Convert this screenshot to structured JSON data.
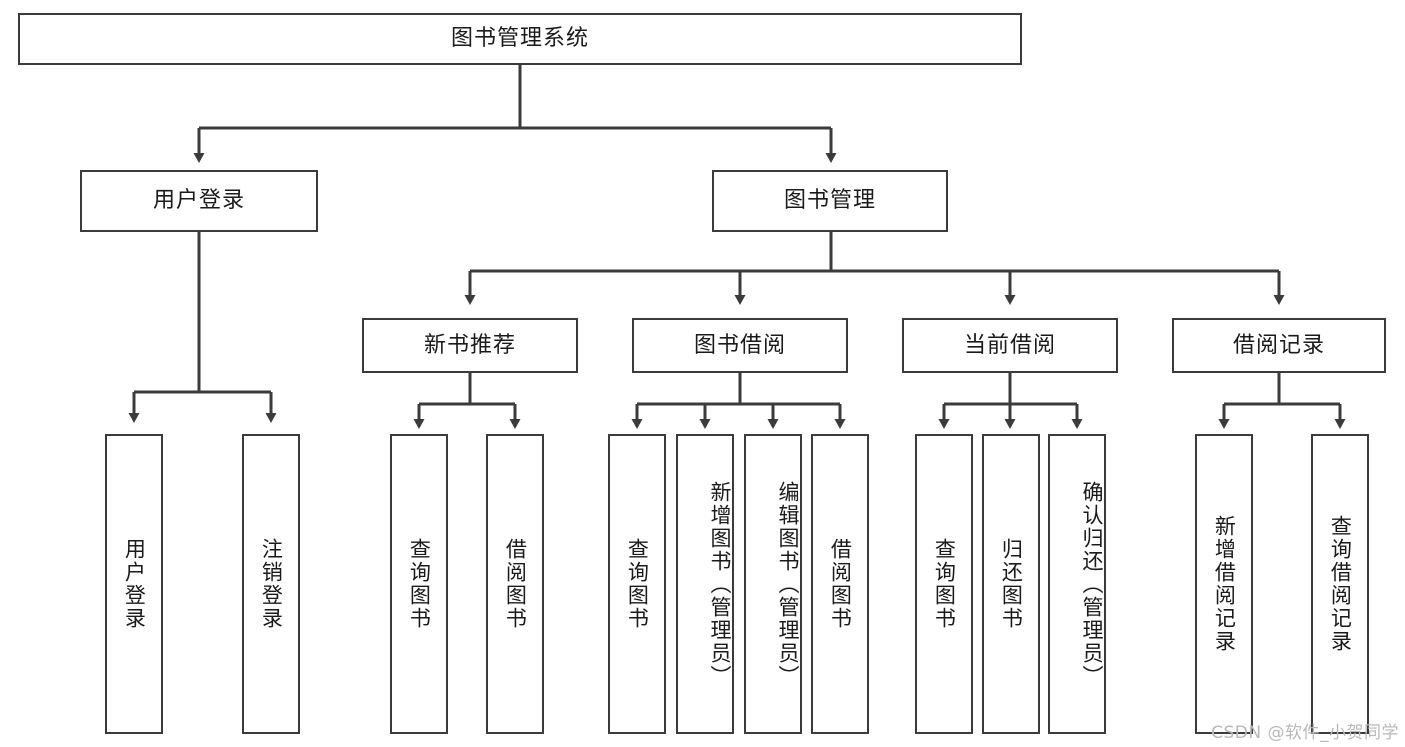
{
  "diagram": {
    "title": "图书管理系统",
    "type": "tree-hierarchy-diagram",
    "colors": {
      "box_border": "#3b3b3b",
      "box_fill": "#ffffff",
      "connector": "#3b3b3b",
      "text": "#1a1a1a",
      "watermark": "#b9b9b9",
      "background": "#ffffff"
    },
    "root": {
      "label": "图书管理系统"
    },
    "level2": [
      {
        "label": "用户登录"
      },
      {
        "label": "图书管理"
      }
    ],
    "level3": [
      {
        "label": "新书推荐"
      },
      {
        "label": "图书借阅"
      },
      {
        "label": "当前借阅"
      },
      {
        "label": "借阅记录"
      }
    ],
    "leaves": {
      "user_login": [
        {
          "label": "用户登录"
        },
        {
          "label": "注销登录"
        }
      ],
      "new_book_recommend": [
        {
          "label": "查询图书"
        },
        {
          "label": "借阅图书"
        }
      ],
      "book_borrow": [
        {
          "label": "查询图书"
        },
        {
          "label": "新增图书（管理员）"
        },
        {
          "label": "编辑图书（管理员）"
        },
        {
          "label": "借阅图书"
        }
      ],
      "current_borrow": [
        {
          "label": "查询图书"
        },
        {
          "label": "归还图书"
        },
        {
          "label": "确认归还（管理员）"
        }
      ],
      "borrow_record": [
        {
          "label": "新增借阅记录"
        },
        {
          "label": "查询借阅记录"
        }
      ]
    }
  },
  "watermark": {
    "text": "CSDN @软件_小贺同学"
  }
}
